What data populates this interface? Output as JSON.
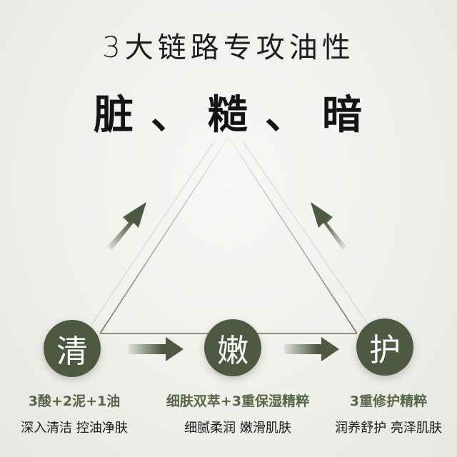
{
  "headline": "3大链路专攻油性",
  "subhead": {
    "word_1": "脏",
    "sep_1": "、",
    "word_2": "糙",
    "sep_2": "、",
    "word_3": "暗"
  },
  "steps": [
    {
      "char": "清",
      "title": "3酸+2泥+1油",
      "desc": "深入清洁 控油净肤"
    },
    {
      "char": "嫩",
      "title": "细肤双萃+3重保湿精粹",
      "desc": "细腻柔润 嫩滑肌肤"
    },
    {
      "char": "护",
      "title": "3重修护精粹",
      "desc": "润养舒护 亮泽肌肤"
    }
  ],
  "colors": {
    "node_fill": "#4d5a41",
    "accent_text": "#58664a",
    "arrow_fill": "#4d5a41",
    "triangle_stroke": "#6f6f66"
  },
  "icons": {
    "arrow_right": "arrow-right-icon",
    "arrow_up_right": "arrow-up-right-icon",
    "arrow_up_left": "arrow-up-left-icon"
  }
}
